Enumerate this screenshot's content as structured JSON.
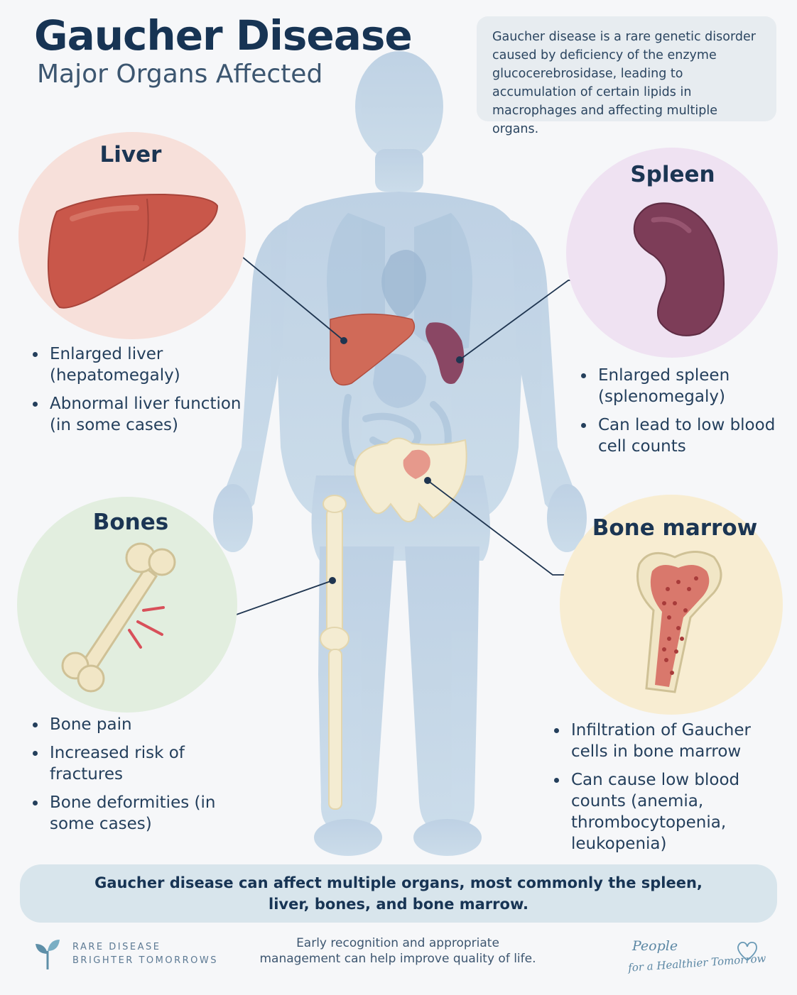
{
  "header": {
    "title": "Gaucher Disease",
    "subtitle": "Major Organs Affected"
  },
  "intro": "Gaucher disease is a rare genetic disorder caused by deficiency of the enzyme glucocerebrosidase, leading to accumulation of certain lipids in macrophages and affecting multiple organs.",
  "organs": {
    "liver": {
      "title": "Liver",
      "bullets": [
        "Enlarged liver (hepatomegaly)",
        "Abnormal liver function (in some cases)"
      ],
      "color": "#c9574a"
    },
    "spleen": {
      "title": "Spleen",
      "bullets": [
        "Enlarged spleen (splenomegaly)",
        "Can lead to low blood cell counts"
      ],
      "color": "#7d3d58"
    },
    "bones": {
      "title": "Bones",
      "bullets": [
        "Bone pain",
        "Increased risk of fractures",
        "Bone deformities (in some cases)"
      ],
      "color": "#f1e6c6"
    },
    "marrow": {
      "title": "Bone marrow",
      "bullets": [
        "Infiltration of Gaucher cells in bone marrow",
        "Can cause low blood counts (anemia, thrombocytopenia, leukopenia)"
      ],
      "color": "#d9786c"
    }
  },
  "summary": "Gaucher disease can affect multiple organs, most commonly the spleen, liver, bones, and bone marrow.",
  "footer": {
    "middle": "Early recognition and appropriate management can help improve quality of life.",
    "left_line1": "RARE DISEASE",
    "left_line2": "BRIGHTER TOMORROWS",
    "right_line1": "People",
    "right_line2": "for a Healthier Tomorrow"
  },
  "icons": [
    "sprout-icon",
    "heart-icon"
  ]
}
